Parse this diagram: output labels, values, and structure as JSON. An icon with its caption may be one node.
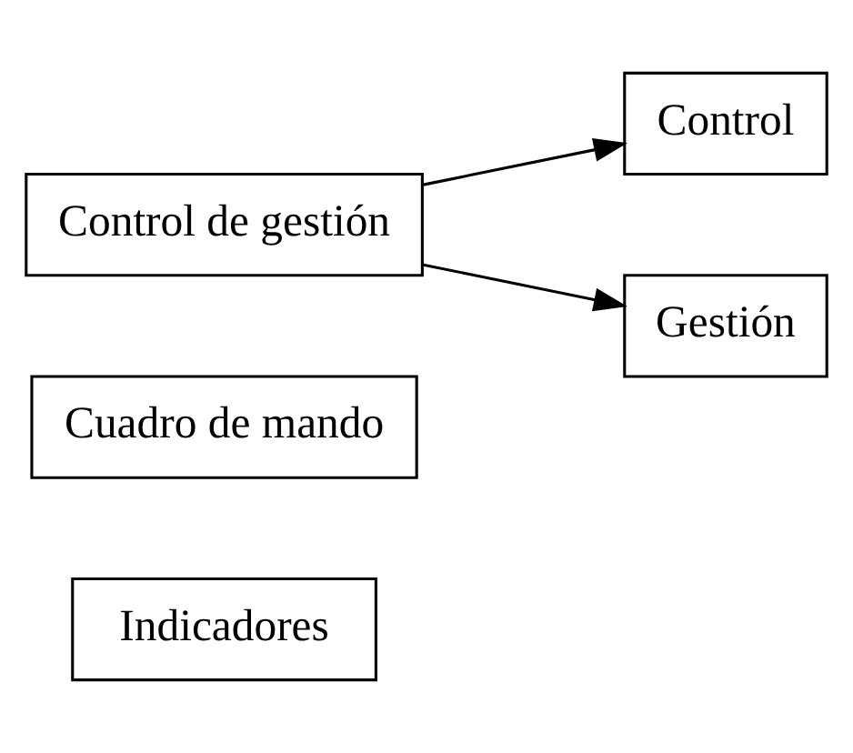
{
  "diagram": {
    "nodes": [
      {
        "text": [
          "Control de gestión"
        ]
      },
      {
        "text": [
          "Control"
        ]
      },
      {
        "text": [
          "Gestión"
        ]
      },
      {
        "text": [
          "Cuadro de mando"
        ]
      },
      {
        "text": [
          "Indicadores"
        ]
      }
    ],
    "edges": [
      {
        "from": 0,
        "to": 1,
        "arrow": "to"
      },
      {
        "from": 0,
        "to": 2,
        "arrow": "to"
      }
    ]
  }
}
